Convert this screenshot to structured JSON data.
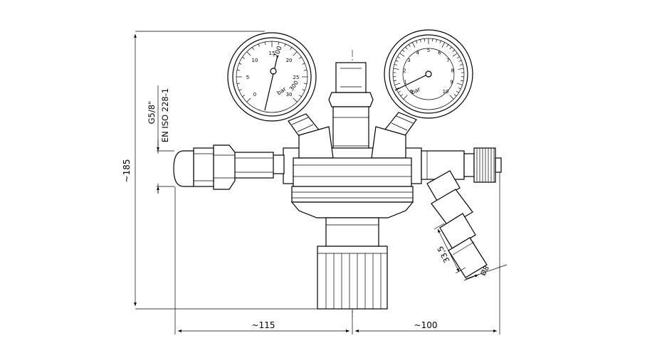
{
  "dimensions": {
    "height_label": "~185",
    "left_width_label": "~115",
    "right_width_label": "~100",
    "hose_length_label": "33,5",
    "hose_diameter_label": "Ø8"
  },
  "thread_callout": {
    "size_label": "G5/8\"",
    "standard_label": "EN ISO 228-1"
  },
  "left_gauge": {
    "ticks": [
      "0",
      "5",
      "10",
      "15",
      "20",
      "25",
      "30"
    ],
    "unit_label": "bar",
    "sub_label": "300",
    "scale_top": "200"
  },
  "right_gauge": {
    "ticks": [
      "0",
      "1",
      "2",
      "3",
      "4",
      "5",
      "6",
      "7",
      "8",
      "9",
      "10"
    ],
    "unit_label": "bar"
  }
}
